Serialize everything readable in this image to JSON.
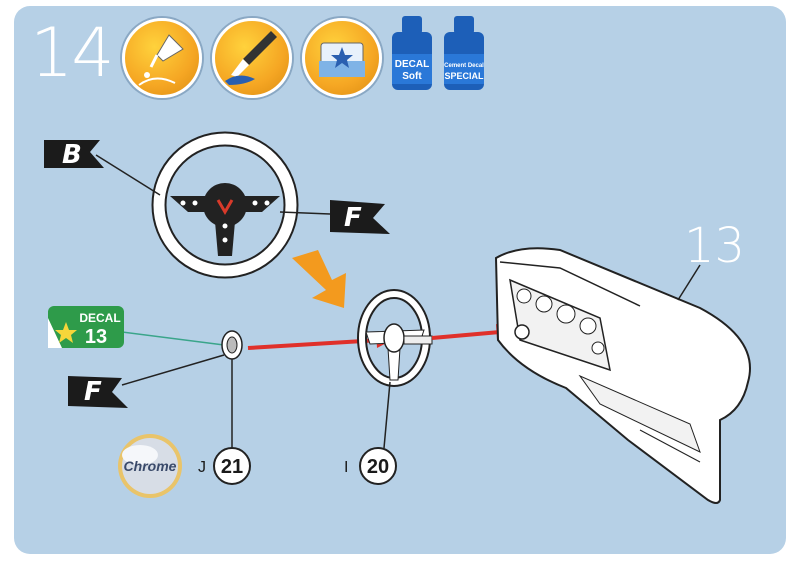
{
  "step": {
    "number": "14"
  },
  "icons": [
    {
      "name": "glue-icon"
    },
    {
      "name": "paint-brush-icon"
    },
    {
      "name": "decal-water-icon"
    }
  ],
  "bottles": [
    {
      "name": "decal-soft-bottle-icon",
      "line1": "DECAL",
      "line2": "Soft"
    },
    {
      "name": "decal-special-bottle-icon",
      "line1": "Cement Decal",
      "line2": "SPECIAL"
    }
  ],
  "flags": {
    "b_label": "B",
    "f_top_label": "F",
    "f_left_label": "F"
  },
  "decal_tag": {
    "title": "DECAL",
    "number": "13"
  },
  "chrome_badge": {
    "label": "Chrome"
  },
  "parts": {
    "j": {
      "letter": "J",
      "number": "21"
    },
    "i": {
      "letter": "I",
      "number": "20"
    }
  },
  "dashboard": {
    "label": "13"
  },
  "colors": {
    "panel": "#b6d0e6",
    "arrow_red": "#e0302a",
    "arrow_orange": "#f39a1e",
    "flag_black": "#1b1b1b",
    "decal_green": "#2e9b4a",
    "icon_orange": "#f5a623",
    "bottle_blue": "#1d5fb8"
  }
}
